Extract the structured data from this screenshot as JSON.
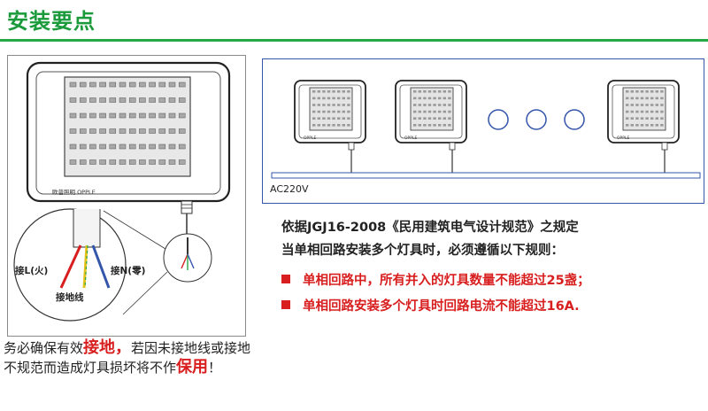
{
  "header": {
    "title": "安装要点"
  },
  "figure_left": {
    "brand_label": "欧普照明 OPPLE",
    "label_live": "接L(火)",
    "label_neutral": "接N(零)",
    "label_ground": "接地线"
  },
  "figure_right": {
    "brand_label": "OPPLE",
    "voltage_label": "AC220V"
  },
  "rules": {
    "intro_line1": "依据JGJ16-2008《民用建筑电气设计规范》之规定",
    "intro_line2": "当单相回路安装多个灯具时，必须遵循以下规则：",
    "items": [
      "单相回路中，所有并入的灯具数量不能超过25盏；",
      "单相回路安装多个灯具时回路电流不能超过16A."
    ]
  },
  "warning": {
    "part1": "务必确保有效",
    "emph1": "接地，",
    "part2": "若因未接地线或接地不规范而造成灯具损坏将不作",
    "emph2": "保用",
    "part3": "！"
  },
  "colors": {
    "accent_green": "#27a844",
    "alert_red": "#d81e1e",
    "frame_blue": "#3355aa"
  }
}
